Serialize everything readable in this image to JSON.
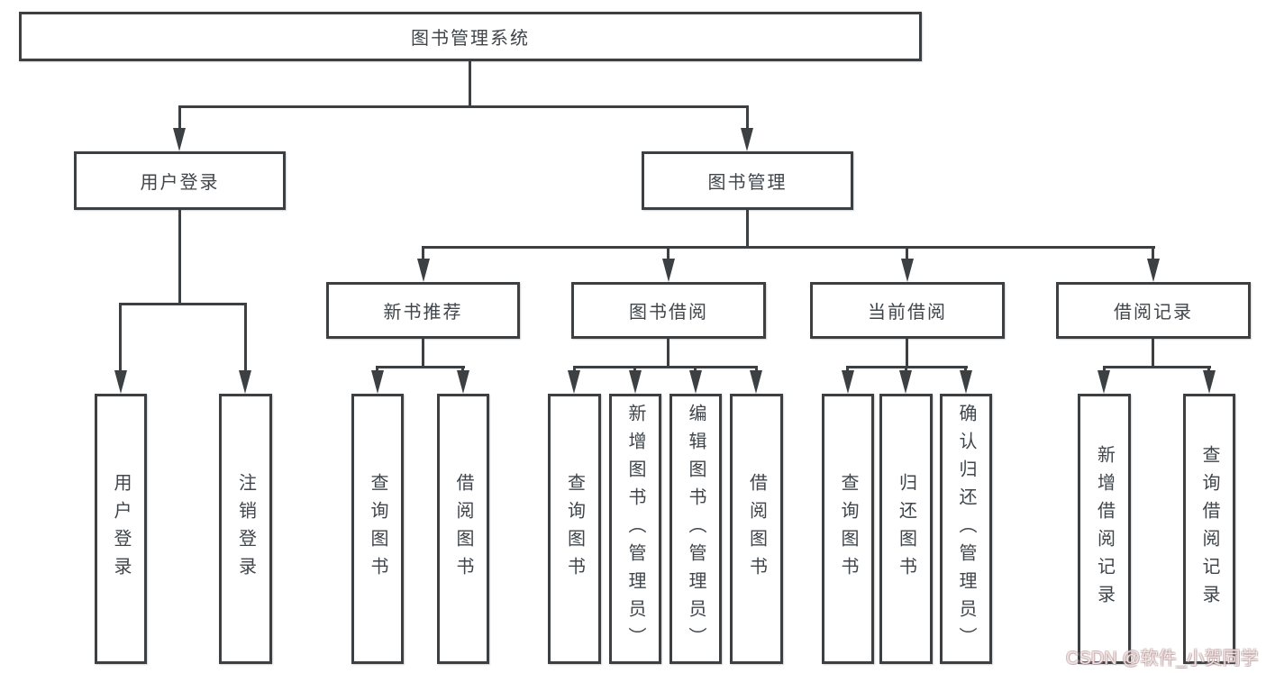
{
  "diagram_title": "图书管理系统",
  "nodes": {
    "root": {
      "label": "图书管理系统"
    },
    "userLogin": {
      "label": "用户登录"
    },
    "bookMgmt": {
      "label": "图书管理"
    },
    "newBookRec": {
      "label": "新书推荐"
    },
    "bookBorrow": {
      "label": "图书借阅"
    },
    "currentBorrow": {
      "label": "当前借阅"
    },
    "borrowRecords": {
      "label": "借阅记录"
    },
    "leafUserLogin": {
      "label": "用户登录"
    },
    "leafLogout": {
      "label": "注销登录"
    },
    "leafQueryBooks1": {
      "label": "查询图书"
    },
    "leafBorrowBooks1": {
      "label": "借阅图书"
    },
    "leafQueryBooks2": {
      "label": "查询图书"
    },
    "leafAddBooks": {
      "label": "新增图书（管理员）"
    },
    "leafEditBooks": {
      "label": "编辑图书（管理员）"
    },
    "leafBorrowBooks2": {
      "label": "借阅图书"
    },
    "leafQueryBooks3": {
      "label": "查询图书"
    },
    "leafReturnBooks": {
      "label": "归还图书"
    },
    "leafConfirmReturn": {
      "label": "确认归还（管理员）"
    },
    "leafAddBorrowRecord": {
      "label": "新增借阅记录"
    },
    "leafQueryBorrowRecord": {
      "label": "查询借阅记录"
    }
  },
  "hierarchy": {
    "图书管理系统": {
      "用户登录": [
        "用户登录",
        "注销登录"
      ],
      "图书管理": {
        "新书推荐": [
          "查询图书",
          "借阅图书"
        ],
        "图书借阅": [
          "查询图书",
          "新增图书（管理员）",
          "编辑图书（管理员）",
          "借阅图书"
        ],
        "当前借阅": [
          "查询图书",
          "归还图书",
          "确认归还（管理员）"
        ],
        "借阅记录": [
          "新增借阅记录",
          "查询借阅记录"
        ]
      }
    }
  },
  "watermark": {
    "text": "CSDN @软件_小贺同学",
    "color": "#f0c4c4"
  },
  "colors": {
    "line": "#3c4043",
    "text": "#3f454b",
    "background": "#ffffff"
  }
}
